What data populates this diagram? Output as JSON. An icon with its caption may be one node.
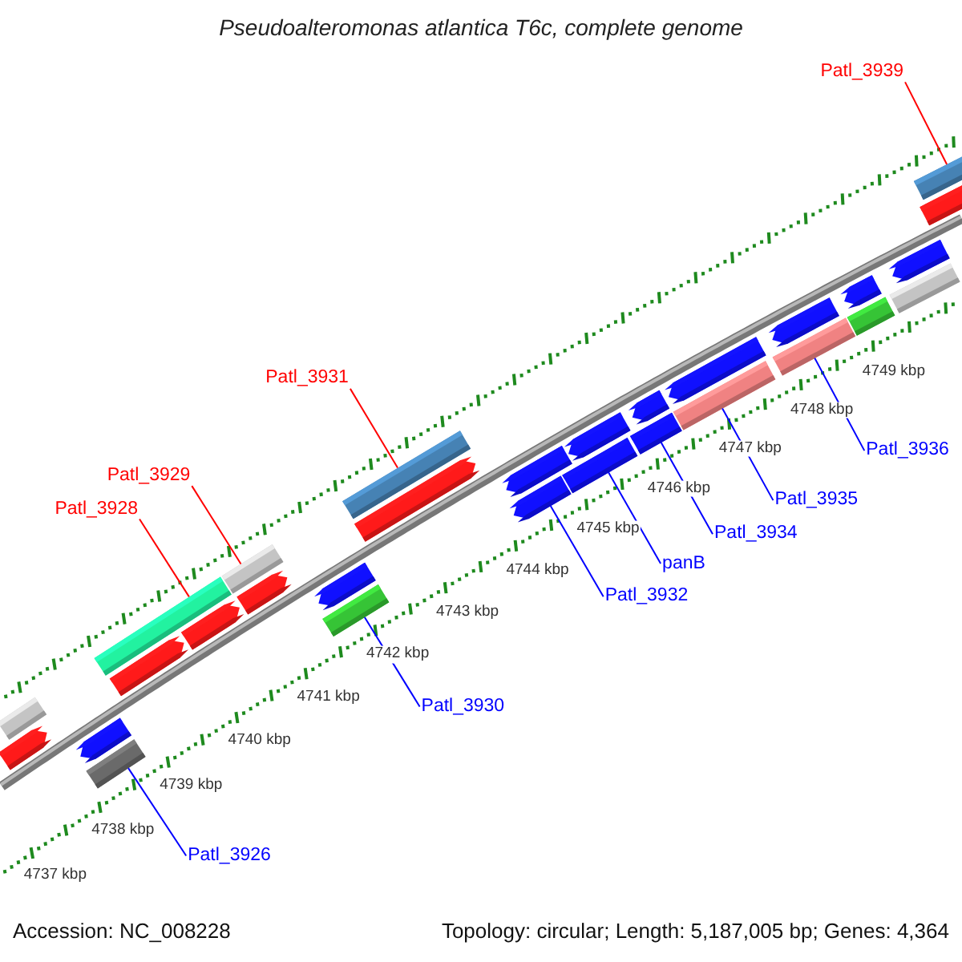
{
  "diagram": {
    "title": "Pseudoalteromonas atlantica T6c, complete genome",
    "nodes": [
      {
        "text": [
          "Patl_3939"
        ]
      },
      {
        "text": [
          "Patl_3931"
        ]
      },
      {
        "text": [
          "Patl_3929"
        ]
      },
      {
        "text": [
          "Patl_3928"
        ]
      },
      {
        "text": [
          "Patl_3930"
        ]
      },
      {
        "text": [
          "Patl_3932"
        ]
      },
      {
        "text": [
          "panB"
        ]
      },
      {
        "text": [
          "Patl_3934"
        ]
      },
      {
        "text": [
          "Patl_3935"
        ]
      },
      {
        "text": [
          "Patl_3936"
        ]
      },
      {
        "text": [
          "Patl_3926"
        ]
      },
      {
        "text": [],
        "shape": "bar"
      },
      {
        "text": [],
        "shape": "bar"
      },
      {
        "text": [],
        "shape": "bar"
      },
      {
        "text": [],
        "shape": "bar"
      },
      {
        "text": [],
        "shape": "bar"
      },
      {
        "text": [],
        "shape": "bar"
      },
      {
        "text": [],
        "shape": "bar"
      },
      {
        "text": [],
        "shape": "bar"
      },
      {
        "text": [],
        "shape": "bar"
      },
      {
        "text": [],
        "shape": "bar"
      },
      {
        "text": [],
        "shape": "bar"
      },
      {
        "text": [],
        "shape": "bar"
      },
      {
        "text": [],
        "shape": "bar"
      },
      {
        "text": [],
        "shape": "bar"
      },
      {
        "text": [],
        "shape": "bar"
      },
      {
        "text": [],
        "shape": "bar"
      },
      {
        "text": [],
        "shape": "bar"
      },
      {
        "text": [],
        "shape": "bar"
      },
      {
        "text": [],
        "shape": "bar"
      },
      {
        "text": [],
        "shape": "bar"
      },
      {
        "text": [],
        "shape": "bar"
      },
      {
        "text": [],
        "shape": "bar"
      },
      {
        "text": [],
        "shape": "bar"
      },
      {
        "text": [],
        "shape": "bar"
      },
      {
        "text": [],
        "shape": "bar"
      },
      {
        "text": [],
        "shape": "bar"
      },
      {
        "text": [],
        "shape": "bar"
      },
      {
        "text": [],
        "shape": "bar"
      },
      {
        "text": [],
        "shape": "bar"
      }
    ],
    "edges": [
      {
        "from": 0,
        "to": 39,
        "arrow": "none",
        "color": "#ff0000"
      },
      {
        "from": 1,
        "to": 23,
        "arrow": "none",
        "color": "#ff0000"
      },
      {
        "from": 2,
        "to": 18,
        "arrow": "none",
        "color": "#ff0000"
      },
      {
        "from": 3,
        "to": 15,
        "arrow": "none",
        "color": "#ff0000"
      },
      {
        "from": 4,
        "to": 20,
        "arrow": "none"
      },
      {
        "from": 5,
        "to": 24,
        "arrow": "none"
      },
      {
        "from": 6,
        "to": 26,
        "arrow": "none"
      },
      {
        "from": 7,
        "to": 28,
        "arrow": "none"
      },
      {
        "from": 8,
        "to": 30,
        "arrow": "none"
      },
      {
        "from": 9,
        "to": 32,
        "arrow": "none"
      },
      {
        "from": 10,
        "to": 13,
        "arrow": "none"
      }
    ],
    "labels": [
      "4737 kbp",
      "4738 kbp",
      "4739 kbp",
      "4740 kbp",
      "4741 kbp",
      "4742 kbp",
      "4743 kbp",
      "4744 kbp",
      "4745 kbp",
      "4746 kbp",
      "4747 kbp",
      "4748 kbp",
      "4749 kbp",
      "Accession: NC_008228",
      "Topology: circular; Length: 5,187,005 bp; Genes: 4,364"
    ]
  }
}
